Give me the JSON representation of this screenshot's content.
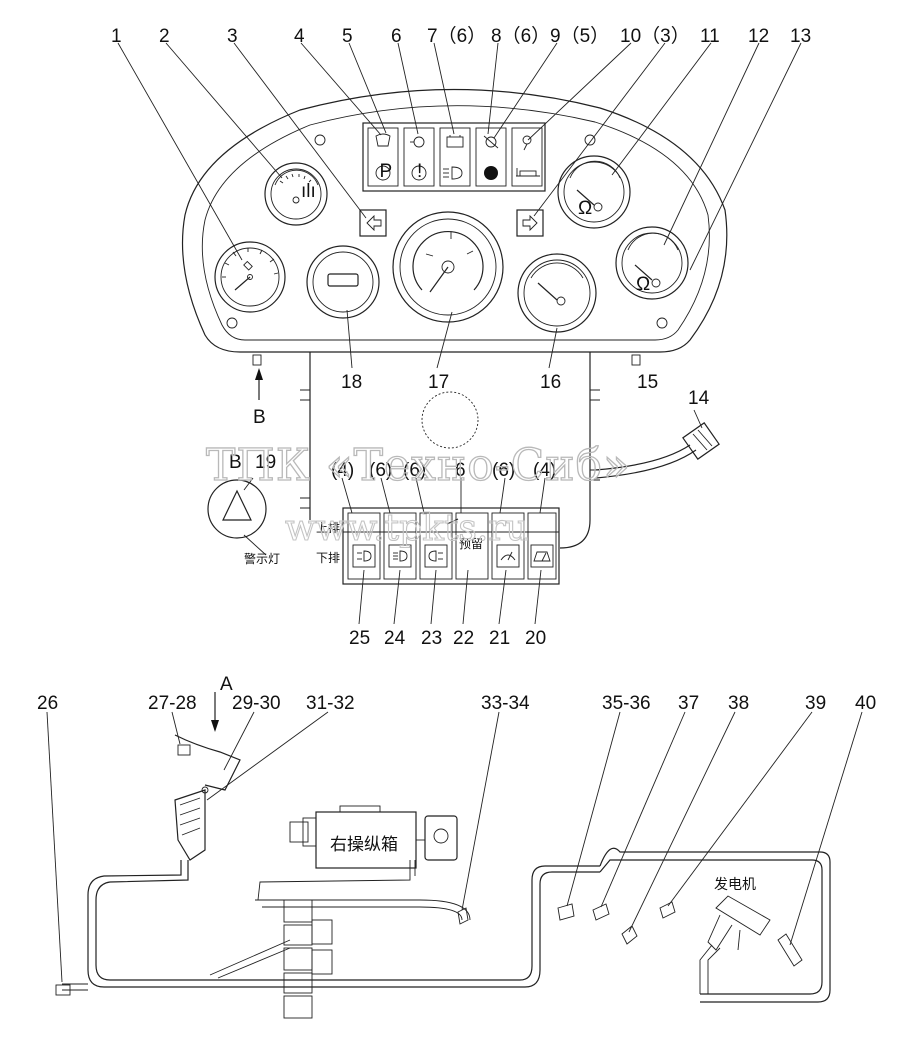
{
  "watermark": {
    "line1": "ТПК «Техно-Сиб»",
    "line2": "www.tpkts.ru"
  },
  "top_callouts": [
    "1",
    "2",
    "3",
    "4",
    "5",
    "6",
    "7（6）",
    "8（6）",
    "9（5）",
    "10（3）",
    "11",
    "12",
    "13"
  ],
  "mid_callouts": {
    "c14": "14",
    "c15": "15",
    "c16": "16",
    "c17": "17",
    "c18": "18",
    "c19": "19"
  },
  "arrow_labels": {
    "b_arrow": "B",
    "b_view": "B",
    "a_arrow": "A"
  },
  "warning_lamp_label": "警示灯",
  "switch_panel": {
    "top_marks": [
      "(4)",
      "(6)",
      "(6)",
      "6",
      "(6)",
      "(4)"
    ],
    "row_top_label": "上排",
    "row_bottom_label": "下排",
    "reserved_label": "预留",
    "bottom_callouts": [
      "25",
      "24",
      "23",
      "22",
      "21",
      "20"
    ]
  },
  "harness_callouts": [
    "26",
    "27-28",
    "29-30",
    "31-32",
    "33-34",
    "35-36",
    "37",
    "38",
    "39",
    "40"
  ],
  "control_box_label": "右操纵箱",
  "generator_label": "发电机",
  "icons": {
    "indicator_row_top": [
      "coolant-level-icon",
      "oil-pressure-icon",
      "battery-charge-icon",
      "air-filter-icon",
      "hydraulic-oil-icon"
    ],
    "indicator_row_bottom": [
      "parking-brake-icon",
      "warning-icon",
      "high-beam-icon",
      "filled-circle-icon",
      "fuel-heater-icon"
    ],
    "turn_signals": [
      "left-arrow-icon",
      "right-arrow-icon"
    ],
    "switches": [
      "work-light-switch-icon",
      "headlight-switch-icon",
      "rear-light-switch-icon",
      "reserved-switch",
      "wiper-switch-icon",
      "washer-switch-icon"
    ]
  }
}
